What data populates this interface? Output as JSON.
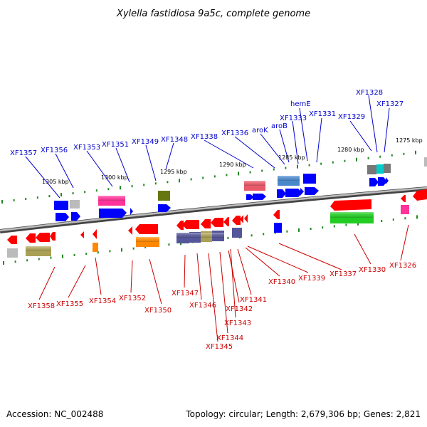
{
  "title": "Xylella fastidiosa 9a5c, complete genome",
  "footer": {
    "accession": "Accession: NC_002488",
    "topology": "Topology: circular; Length: 2,679,306 bp; Genes: 2,821"
  },
  "ticks": [
    "1305 kbp",
    "1300 kbp",
    "1295 kbp",
    "1290 kbp",
    "1285 kbp",
    "1280 kbp",
    "1275 kbp"
  ],
  "top_labels": [
    {
      "text": "XF1357",
      "gene_color": "#0000ff"
    },
    {
      "text": "XF1356",
      "gene_color": "#0000ff"
    },
    {
      "text": "XF1353",
      "gene_color": "#ff3399"
    },
    {
      "text": "XF1351",
      "gene_color": "#0000ff"
    },
    {
      "text": "XF1349",
      "gene_color": "#0000ff"
    },
    {
      "text": "XF1348",
      "gene_color": "#667711"
    },
    {
      "text": "XF1338",
      "gene_color": "#e85a6a"
    },
    {
      "text": "XF1336",
      "gene_color": "#4a88cc"
    },
    {
      "text": "aroK",
      "gene_color": "#0000ff"
    },
    {
      "text": "aroB",
      "gene_color": "#0000ff"
    },
    {
      "text": "XF1333",
      "gene_color": "#0000ff"
    },
    {
      "text": "hemE",
      "gene_color": "#0000ff"
    },
    {
      "text": "XF1331",
      "gene_color": "#0000ff"
    },
    {
      "text": "XF1329",
      "gene_color": "#777777"
    },
    {
      "text": "XF1328",
      "gene_color": "#00cccc"
    },
    {
      "text": "XF1327",
      "gene_color": "#777777"
    }
  ],
  "bottom_labels": [
    {
      "text": "XF1358",
      "gene_color": "#bbbbbb"
    },
    {
      "text": "XF1355",
      "gene_color": "#ff0000"
    },
    {
      "text": "XF1354",
      "gene_color": "#ff8800"
    },
    {
      "text": "XF1352",
      "gene_color": "#ff0000"
    },
    {
      "text": "XF1350",
      "gene_color": "#ff8800"
    },
    {
      "text": "XF1347",
      "gene_color": "#555599"
    },
    {
      "text": "XF1346",
      "gene_color": "#555599"
    },
    {
      "text": "XF1345",
      "gene_color": "#aaa055"
    },
    {
      "text": "XF1344",
      "gene_color": "#555599"
    },
    {
      "text": "XF1342",
      "gene_color": "#ff0000"
    },
    {
      "text": "XF1343",
      "gene_color": "#ff0000"
    },
    {
      "text": "XF1341",
      "gene_color": "#ff0000"
    },
    {
      "text": "XF1340",
      "gene_color": "#555599"
    },
    {
      "text": "XF1339",
      "gene_color": "#ff0000"
    },
    {
      "text": "XF1337",
      "gene_color": "#ff0000"
    },
    {
      "text": "XF1330",
      "gene_color": "#22cc22"
    },
    {
      "text": "XF1326",
      "gene_color": "#ff3399"
    }
  ]
}
